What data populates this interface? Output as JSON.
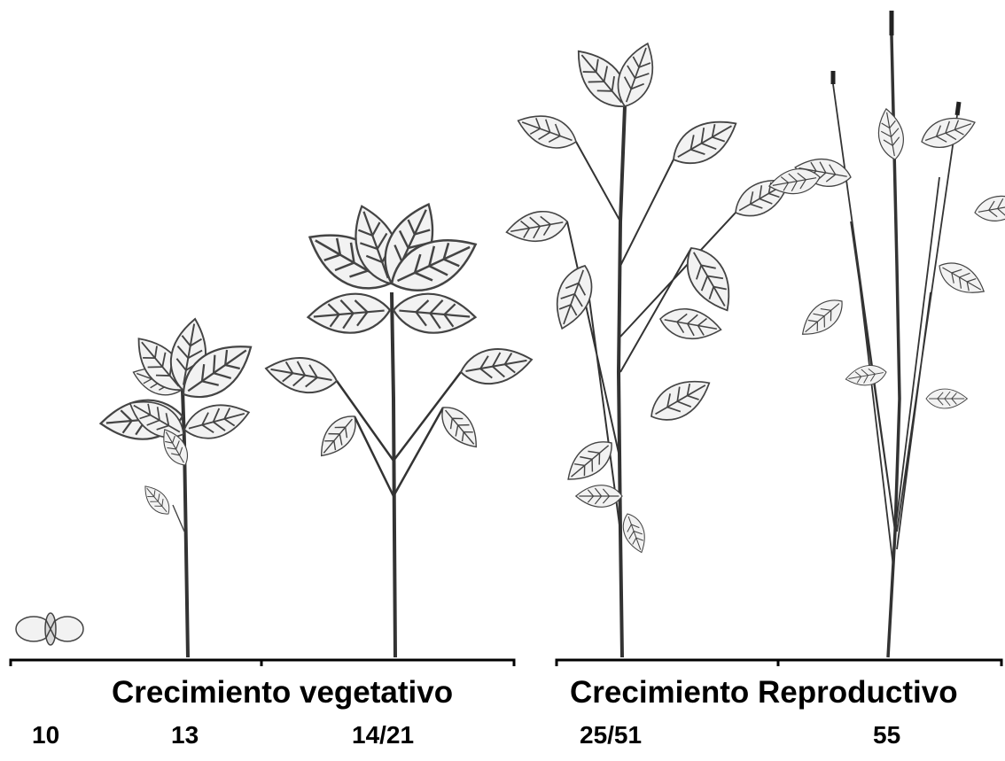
{
  "figure": {
    "stage_groups": [
      {
        "id": "vegetative",
        "label": "Crecimiento vegetativo"
      },
      {
        "id": "reproductive",
        "label": "Crecimiento Reproductivo"
      }
    ],
    "growth_codes": [
      "10",
      "13",
      "14/21",
      "25/51",
      "55"
    ],
    "plants": [
      {
        "code": "10",
        "description": "seedling with two cotyledons"
      },
      {
        "code": "13",
        "description": "young plant with serrated leaves"
      },
      {
        "code": "14/21",
        "description": "plant with branching shoots"
      },
      {
        "code": "25/51",
        "description": "tall branched plant"
      },
      {
        "code": "55",
        "description": "plant with flower spikes"
      }
    ],
    "colors": {
      "ink": "#000000",
      "leaf_fill": "#f2f2f2",
      "leaf_stroke": "#444444",
      "background": "#ffffff"
    }
  }
}
